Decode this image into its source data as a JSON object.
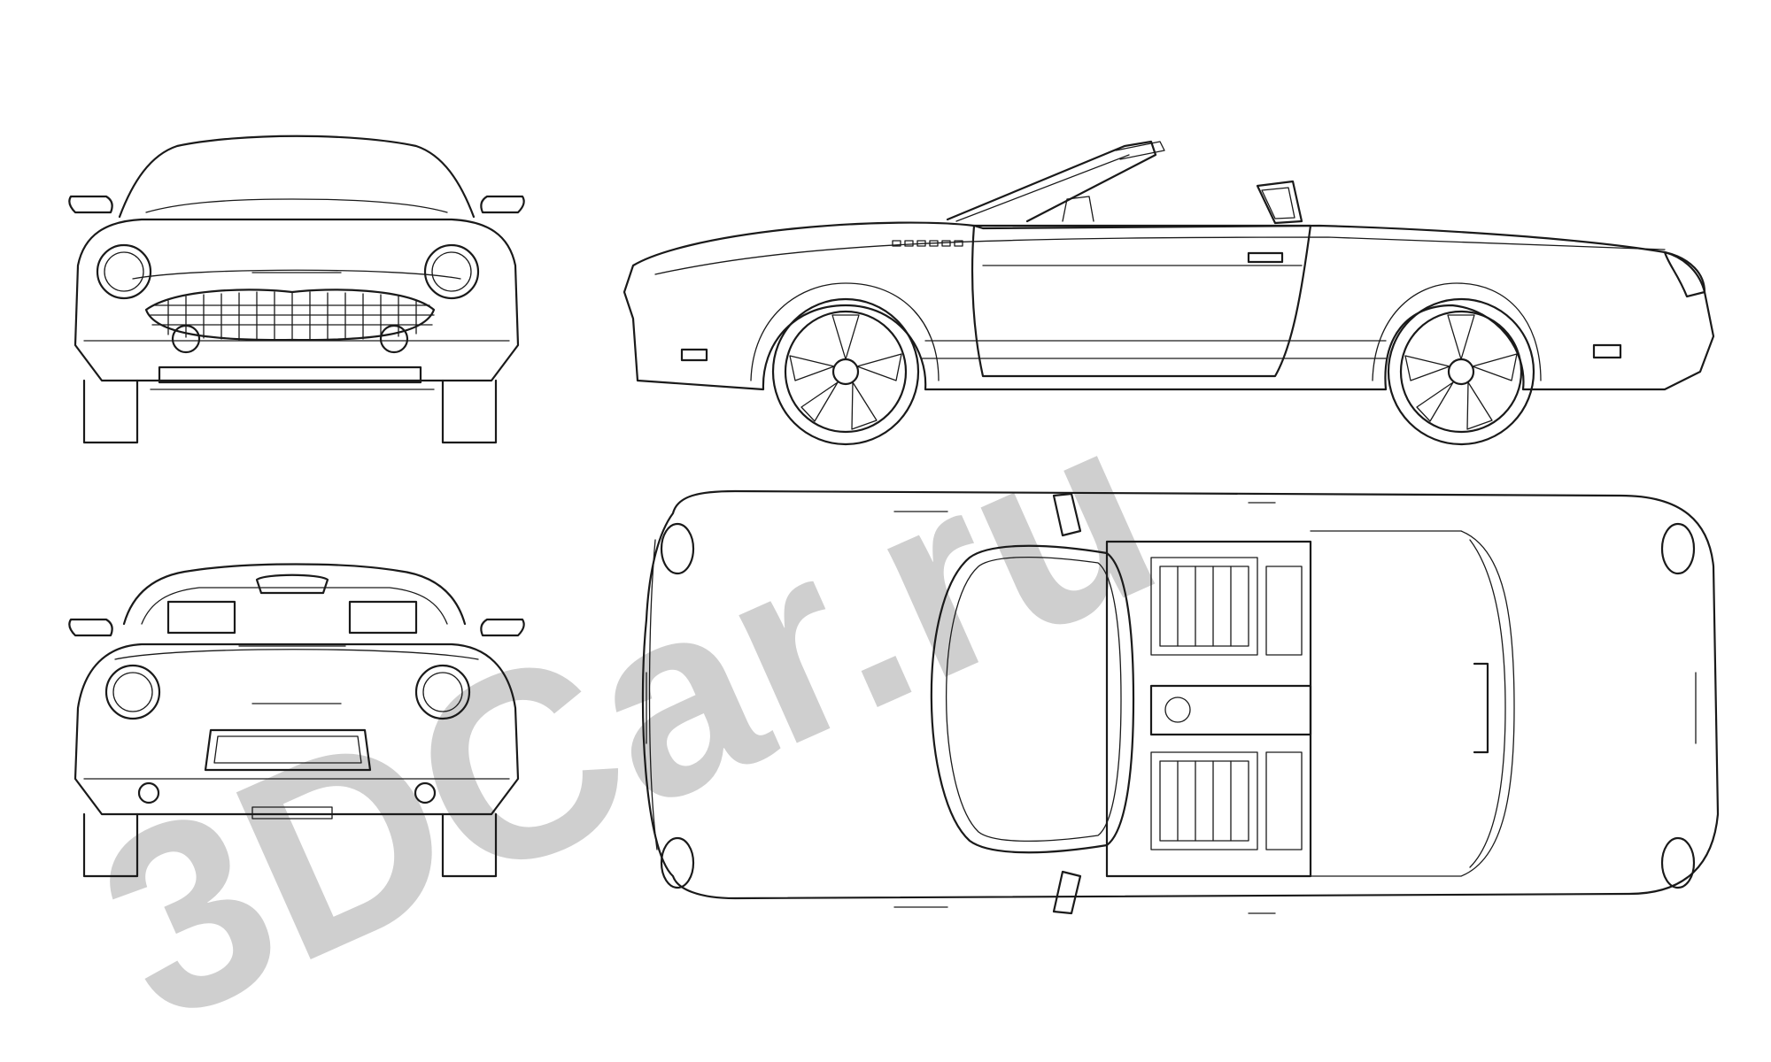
{
  "watermark": {
    "text": "3DCar.ru",
    "color": "#cfcfcf"
  },
  "views": [
    {
      "id": "front",
      "icon": "car-front-view"
    },
    {
      "id": "side",
      "icon": "car-side-view"
    },
    {
      "id": "rear",
      "icon": "car-rear-view"
    },
    {
      "id": "top",
      "icon": "car-top-view"
    }
  ],
  "colors": {
    "line": "#1a1a1a",
    "background": "#ffffff"
  }
}
